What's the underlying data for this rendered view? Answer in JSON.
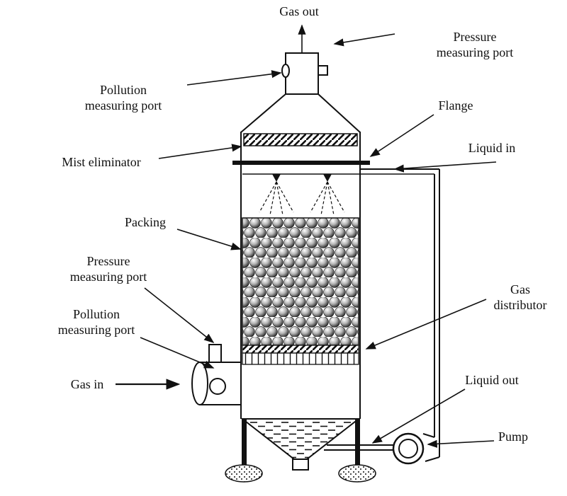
{
  "colors": {
    "ink": "#111111",
    "background": "#ffffff"
  },
  "labels": {
    "gas_out": "Gas out",
    "pressure_port_top_line1": "Pressure",
    "pressure_port_top_line2": "measuring port",
    "pollution_port_top_line1": "Pollution",
    "pollution_port_top_line2": "measuring port",
    "flange": "Flange",
    "mist_eliminator": "Mist eliminator",
    "liquid_in": "Liquid in",
    "packing": "Packing",
    "pressure_port_mid_line1": "Pressure",
    "pressure_port_mid_line2": "measuring port",
    "pollution_port_mid_line1": "Pollution",
    "pollution_port_mid_line2": "measuring port",
    "gas_in": "Gas in",
    "gas_distributor_line1": "Gas",
    "gas_distributor_line2": "distributor",
    "liquid_out": "Liquid out",
    "pump": "Pump"
  }
}
